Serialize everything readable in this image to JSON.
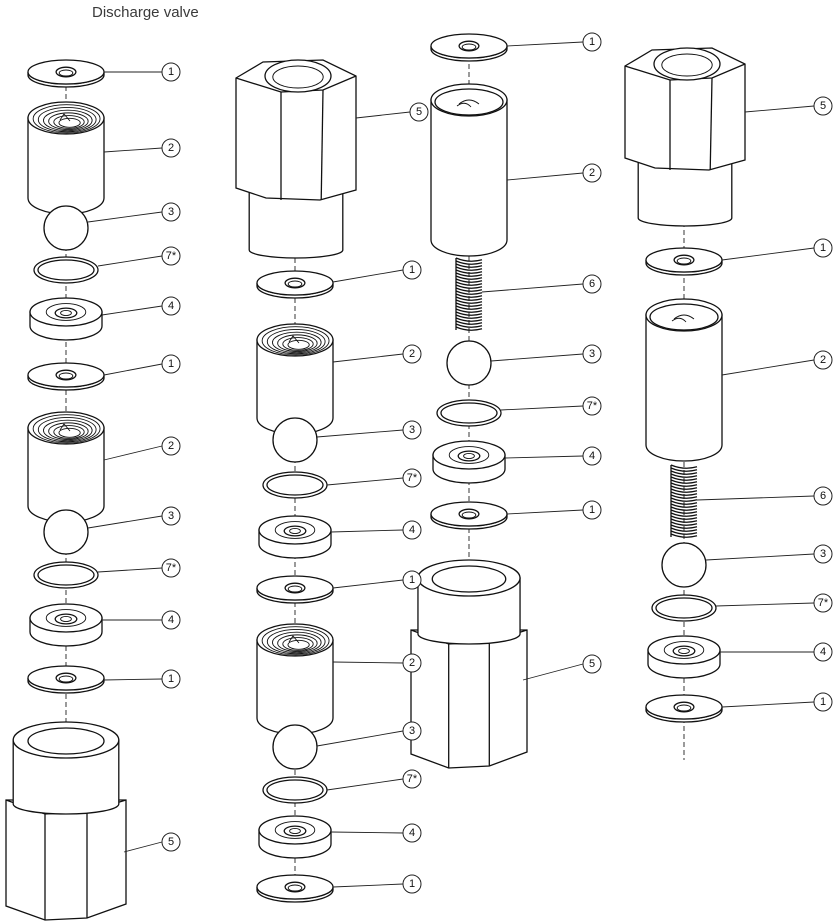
{
  "title": "Discharge valve",
  "parts": {
    "1": "1",
    "2": "2",
    "3": "3",
    "4": "4",
    "5": "5",
    "6": "6",
    "7": "7*"
  }
}
